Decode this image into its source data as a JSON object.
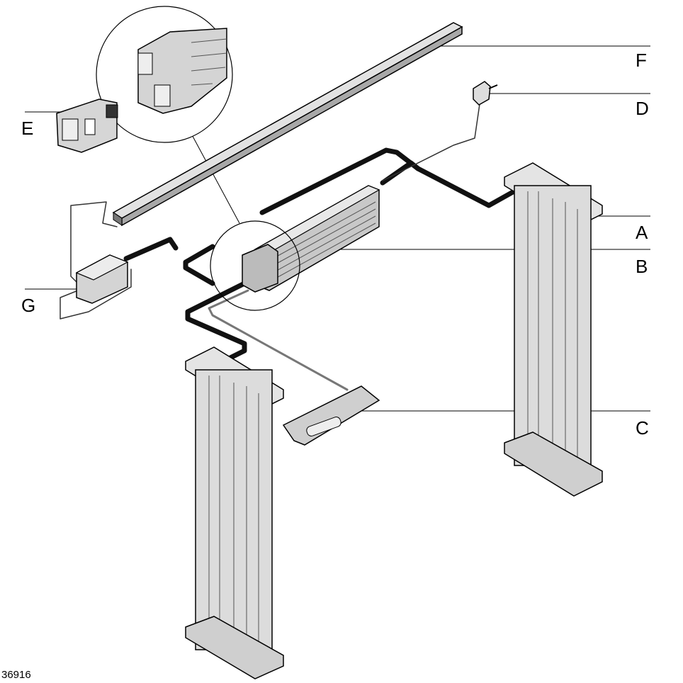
{
  "labels": {
    "A": "A",
    "B": "B",
    "C": "C",
    "D": "D",
    "E": "E",
    "F": "F",
    "G": "G"
  },
  "figure_number": "36916",
  "colors": {
    "metal": "#d8d8d8",
    "metal_dark": "#a8a8a8",
    "cable": "#111111",
    "line": "#000000"
  }
}
